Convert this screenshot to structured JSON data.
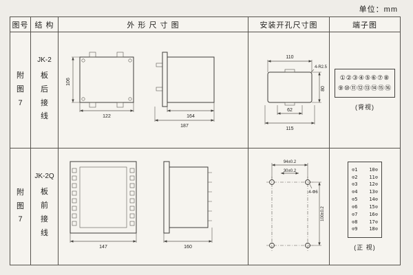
{
  "page": {
    "unit_label": "单位：mm"
  },
  "headers": {
    "fig_no": "图号",
    "structure": "结 构",
    "outline": "外 形 尺 寸 图",
    "install": "安装开孔尺寸图",
    "terminal": "端子图"
  },
  "rows": [
    {
      "fig_no": "附图7",
      "model": "JK-2",
      "wiring": "板后接线",
      "outline": {
        "h": "106",
        "w": "122",
        "d1": "164",
        "d2": "187"
      },
      "install": {
        "w_top": "110",
        "holes": "4-R2.5",
        "h_right": "80",
        "w_inner": "62",
        "w_bottom": "115"
      },
      "terminal": {
        "top": "①②③④⑤⑥⑦⑧",
        "bottom": "⑨⑩⑪⑫⑬⑭⑮⑯",
        "caption": "(背视)"
      }
    },
    {
      "fig_no": "附图7",
      "model": "JK-2Q",
      "wiring": "板前接线",
      "outline": {
        "w": "147",
        "d": "160"
      },
      "install": {
        "w_top": "94±0.2",
        "w_inner": "30±0.2",
        "h_right": "100±0.2",
        "holes": "4-Φ6"
      },
      "terminal": {
        "lines": [
          "⊙1    10⊙",
          "⊙2    11⊙",
          "⊙3    12⊙",
          "⊙4    13⊙",
          "⊙5    14⊙",
          "⊙6    15⊙",
          "⊙7    16⊙",
          "⊙8    17⊙",
          "⊙9    18⊙"
        ],
        "caption": "(正 视)"
      }
    }
  ]
}
